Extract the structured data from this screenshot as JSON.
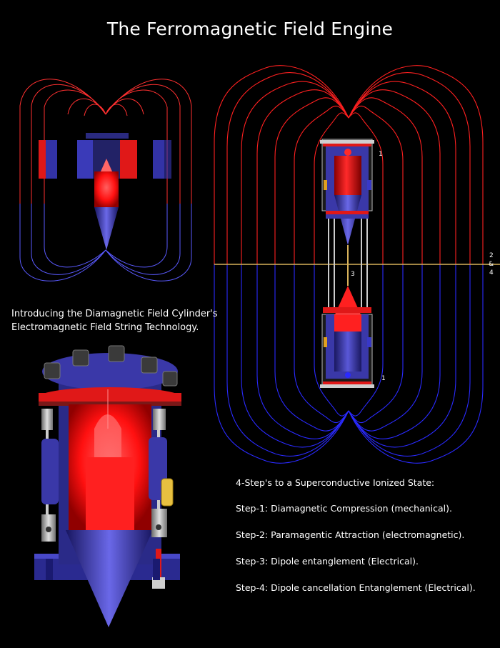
{
  "title": "The Ferromagnetic Field Engine",
  "intro": {
    "line1": "Introducing the Diamagnetic Field Cylinder's",
    "line2": "Electromagnetic Field String Technology."
  },
  "steps": {
    "heading": "4-Step's to a Superconductive Ionized State:",
    "items": [
      "Step-1: Diamagnetic Compression (mechanical).",
      "Step-2: Paramagentic Attraction (electromagnetic).",
      "Step-3: Dipole entanglement (Electrical).",
      "Step-4:  Dipole cancellation Entanglement (Electrical)."
    ]
  },
  "labels": {
    "top": "1",
    "mid": "3",
    "bottom": "1",
    "right_a": "2",
    "right_b": "&",
    "right_c": "4"
  },
  "colors": {
    "background": "#000000",
    "north_field": "#ff2a2a",
    "south_field": "#3a3aff",
    "cylinder_red": "#ff1a1a",
    "cylinder_blue": "#4a48c8",
    "midline": "#d8b25a"
  }
}
